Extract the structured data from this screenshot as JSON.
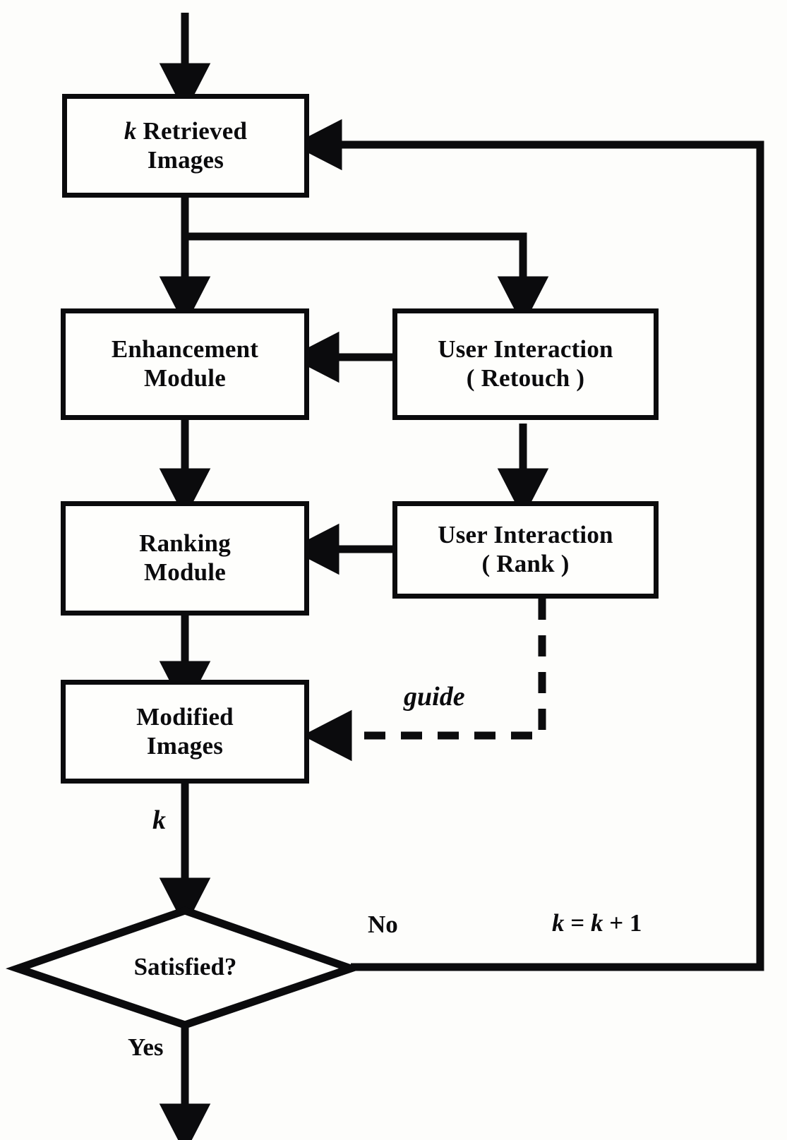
{
  "diagram": {
    "title": "Interactive image retrieval and enhancement flowchart",
    "type": "flowchart",
    "colors": {
      "stroke": "#0b0b0d",
      "fill": "#fefefc",
      "background": "#ffffff"
    },
    "nodes": [
      {
        "id": "retrieved",
        "shape": "rectangle",
        "line1_italic": "k",
        "line1_rest": " Retrieved",
        "line2": "Images"
      },
      {
        "id": "enhancement",
        "shape": "rectangle",
        "line1": "Enhancement",
        "line2": "Module"
      },
      {
        "id": "user-retouch",
        "shape": "rectangle",
        "line1": "User Interaction",
        "line2": "( Retouch )"
      },
      {
        "id": "ranking",
        "shape": "rectangle",
        "line1": "Ranking",
        "line2": "Module"
      },
      {
        "id": "user-rank",
        "shape": "rectangle",
        "line1": "User Interaction",
        "line2": "( Rank )"
      },
      {
        "id": "modified",
        "shape": "rectangle",
        "line1": "Modified",
        "line2": "Images"
      },
      {
        "id": "decision",
        "shape": "diamond",
        "label": "Satisfied?"
      }
    ],
    "edge_labels": {
      "guide": "guide",
      "k_count": "k",
      "no": "No",
      "yes": "Yes",
      "increment_k1": "k",
      "increment_eq": " = ",
      "increment_k2": "k",
      "increment_plus": " + ",
      "increment_one": "1"
    }
  }
}
